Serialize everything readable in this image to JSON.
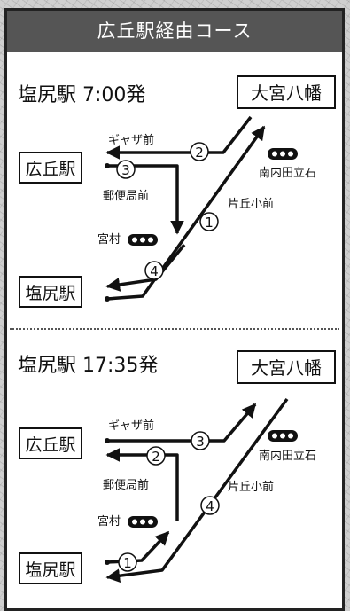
{
  "header": {
    "title": "広丘駅経由コース"
  },
  "sections": [
    {
      "departure": "塩尻駅 7:00発",
      "stations": {
        "omiya_hachiman": "大宮八幡",
        "hirooka": "広丘駅",
        "shiojiri": "塩尻駅"
      },
      "stops": {
        "gyaza": "ギャザ前",
        "yubinkyoku": "郵便局前",
        "miyamura": "宮村",
        "minamiuchida": "南内田立石",
        "kataoka": "片丘小前"
      },
      "steps": [
        "1",
        "2",
        "3",
        "4"
      ]
    },
    {
      "departure": "塩尻駅 17:35発",
      "stations": {
        "omiya_hachiman": "大宮八幡",
        "hirooka": "広丘駅",
        "shiojiri": "塩尻駅"
      },
      "stops": {
        "gyaza": "ギャザ前",
        "yubinkyoku": "郵便局前",
        "miyamura": "宮村",
        "minamiuchida": "南内田立石",
        "kataoka": "片丘小前"
      },
      "steps": [
        "1",
        "2",
        "3",
        "4"
      ]
    }
  ]
}
